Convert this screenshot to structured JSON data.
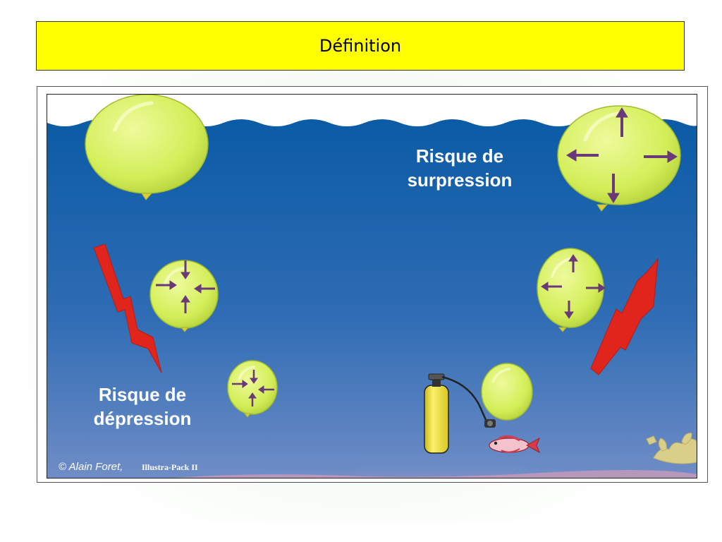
{
  "header": {
    "title": "Définition"
  },
  "figure": {
    "label_surpression": [
      "Risque de",
      "surpression"
    ],
    "label_depression": [
      "Risque de",
      "dépression"
    ],
    "credit_italic": "© Alain Foret,",
    "credit_bold": "Illustra-Pack II"
  },
  "colors": {
    "title_background": "#ffff00",
    "water_top": "#0b5ba6",
    "water_bottom": "#6a89c4",
    "balloon": "#d5ef5a",
    "arrow_red": "#e0251c",
    "pressure_arrow": "#6a3a78",
    "cylinder": "#f2e23a"
  },
  "icons": {
    "descent_arrow": "red-down-arrow-icon",
    "ascent_arrow": "red-up-arrow-icon",
    "expansion_arrows": "outward-arrows-icon",
    "compression_arrows": "inward-arrows-icon"
  }
}
